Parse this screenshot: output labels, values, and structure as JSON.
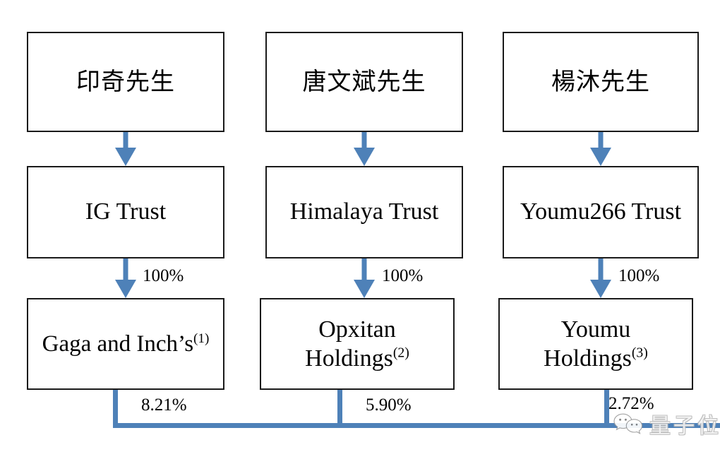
{
  "diagram": {
    "title": "Shareholding structure chart",
    "accent_color": "#4E81B8",
    "box_border_color": "#1A1A1A",
    "background_color": "#FFFFFF",
    "columns": [
      {
        "id": "column-1",
        "person": "印奇先生",
        "trust": "IG Trust",
        "entity_name": "Gaga and Inch’s",
        "entity_footnote": "(1)",
        "trust_to_entity_pct": "100%",
        "entity_to_company_pct": "8.21%"
      },
      {
        "id": "column-2",
        "person": "唐文斌先生",
        "trust": "Himalaya Trust",
        "entity_name": "Opxitan\nHoldings",
        "entity_line_1": "Opxitan",
        "entity_line_2": "Holdings",
        "entity_footnote": "(2)",
        "trust_to_entity_pct": "100%",
        "entity_to_company_pct": "5.90%"
      },
      {
        "id": "column-3",
        "person": "楊沐先生",
        "trust": "Youmu266 Trust",
        "entity_name": "Youmu\nHoldings",
        "entity_line_1": "Youmu",
        "entity_line_2": "Holdings",
        "entity_footnote": "(3)",
        "trust_to_entity_pct": "100%",
        "entity_to_company_pct": "2.72%"
      }
    ],
    "watermark": {
      "text": "量子位",
      "logo": "wechat-logo"
    }
  }
}
